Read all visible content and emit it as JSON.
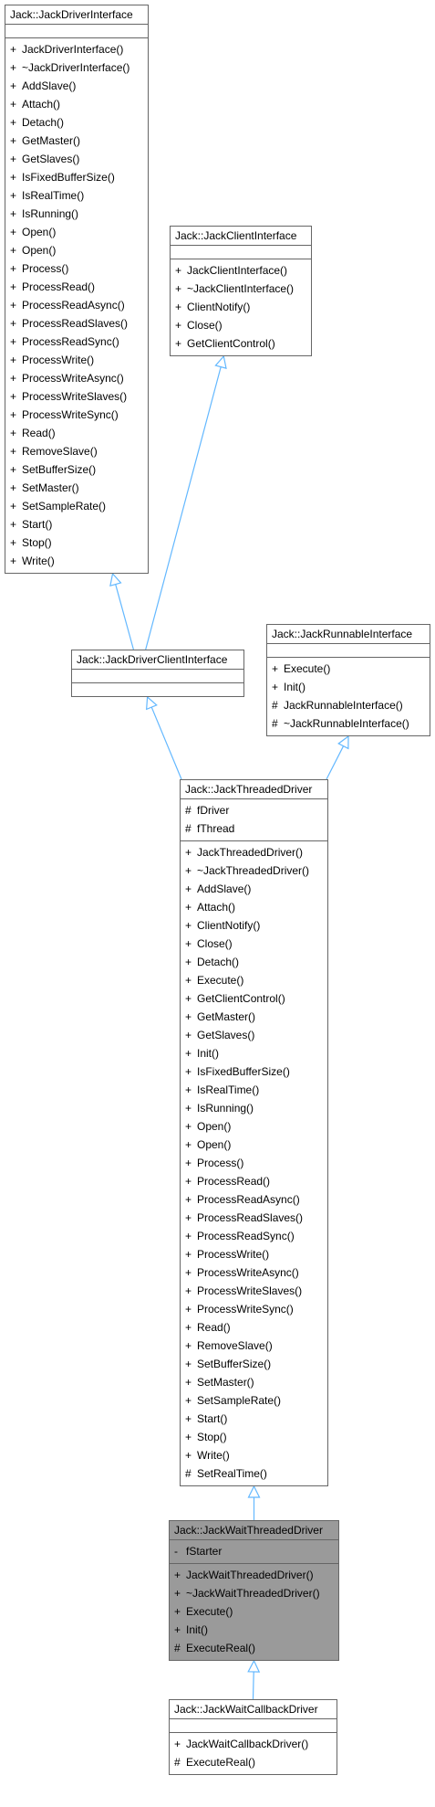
{
  "colors": {
    "edge": "#63b8ff",
    "border": "#666666",
    "highlight": "#9a9a9a"
  },
  "classes": [
    {
      "key": "driverInterface",
      "name": "Jack::JackDriverInterface",
      "attributes": [],
      "methods": [
        {
          "vis": "+",
          "name": "JackDriverInterface()"
        },
        {
          "vis": "+",
          "name": "~JackDriverInterface()"
        },
        {
          "vis": "+",
          "name": "AddSlave()"
        },
        {
          "vis": "+",
          "name": "Attach()"
        },
        {
          "vis": "+",
          "name": "Detach()"
        },
        {
          "vis": "+",
          "name": "GetMaster()"
        },
        {
          "vis": "+",
          "name": "GetSlaves()"
        },
        {
          "vis": "+",
          "name": "IsFixedBufferSize()"
        },
        {
          "vis": "+",
          "name": "IsRealTime()"
        },
        {
          "vis": "+",
          "name": "IsRunning()"
        },
        {
          "vis": "+",
          "name": "Open()"
        },
        {
          "vis": "+",
          "name": "Open()"
        },
        {
          "vis": "+",
          "name": "Process()"
        },
        {
          "vis": "+",
          "name": "ProcessRead()"
        },
        {
          "vis": "+",
          "name": "ProcessReadAsync()"
        },
        {
          "vis": "+",
          "name": "ProcessReadSlaves()"
        },
        {
          "vis": "+",
          "name": "ProcessReadSync()"
        },
        {
          "vis": "+",
          "name": "ProcessWrite()"
        },
        {
          "vis": "+",
          "name": "ProcessWriteAsync()"
        },
        {
          "vis": "+",
          "name": "ProcessWriteSlaves()"
        },
        {
          "vis": "+",
          "name": "ProcessWriteSync()"
        },
        {
          "vis": "+",
          "name": "Read()"
        },
        {
          "vis": "+",
          "name": "RemoveSlave()"
        },
        {
          "vis": "+",
          "name": "SetBufferSize()"
        },
        {
          "vis": "+",
          "name": "SetMaster()"
        },
        {
          "vis": "+",
          "name": "SetSampleRate()"
        },
        {
          "vis": "+",
          "name": "Start()"
        },
        {
          "vis": "+",
          "name": "Stop()"
        },
        {
          "vis": "+",
          "name": "Write()"
        }
      ]
    },
    {
      "key": "clientInterface",
      "name": "Jack::JackClientInterface",
      "attributes": [],
      "methods": [
        {
          "vis": "+",
          "name": "JackClientInterface()"
        },
        {
          "vis": "+",
          "name": "~JackClientInterface()"
        },
        {
          "vis": "+",
          "name": "ClientNotify()"
        },
        {
          "vis": "+",
          "name": "Close()"
        },
        {
          "vis": "+",
          "name": "GetClientControl()"
        }
      ]
    },
    {
      "key": "driverClientInterface",
      "name": "Jack::JackDriverClientInterface",
      "attributes": [],
      "methods": []
    },
    {
      "key": "runnableInterface",
      "name": "Jack::JackRunnableInterface",
      "attributes": [],
      "methods": [
        {
          "vis": "+",
          "name": "Execute()"
        },
        {
          "vis": "+",
          "name": "Init()"
        },
        {
          "vis": "#",
          "name": "JackRunnableInterface()"
        },
        {
          "vis": "#",
          "name": "~JackRunnableInterface()"
        }
      ]
    },
    {
      "key": "threadedDriver",
      "name": "Jack::JackThreadedDriver",
      "attributes": [
        {
          "vis": "#",
          "name": "fDriver"
        },
        {
          "vis": "#",
          "name": "fThread"
        }
      ],
      "methods": [
        {
          "vis": "+",
          "name": "JackThreadedDriver()"
        },
        {
          "vis": "+",
          "name": "~JackThreadedDriver()"
        },
        {
          "vis": "+",
          "name": "AddSlave()"
        },
        {
          "vis": "+",
          "name": "Attach()"
        },
        {
          "vis": "+",
          "name": "ClientNotify()"
        },
        {
          "vis": "+",
          "name": "Close()"
        },
        {
          "vis": "+",
          "name": "Detach()"
        },
        {
          "vis": "+",
          "name": "Execute()"
        },
        {
          "vis": "+",
          "name": "GetClientControl()"
        },
        {
          "vis": "+",
          "name": "GetMaster()"
        },
        {
          "vis": "+",
          "name": "GetSlaves()"
        },
        {
          "vis": "+",
          "name": "Init()"
        },
        {
          "vis": "+",
          "name": "IsFixedBufferSize()"
        },
        {
          "vis": "+",
          "name": "IsRealTime()"
        },
        {
          "vis": "+",
          "name": "IsRunning()"
        },
        {
          "vis": "+",
          "name": "Open()"
        },
        {
          "vis": "+",
          "name": "Open()"
        },
        {
          "vis": "+",
          "name": "Process()"
        },
        {
          "vis": "+",
          "name": "ProcessRead()"
        },
        {
          "vis": "+",
          "name": "ProcessReadAsync()"
        },
        {
          "vis": "+",
          "name": "ProcessReadSlaves()"
        },
        {
          "vis": "+",
          "name": "ProcessReadSync()"
        },
        {
          "vis": "+",
          "name": "ProcessWrite()"
        },
        {
          "vis": "+",
          "name": "ProcessWriteAsync()"
        },
        {
          "vis": "+",
          "name": "ProcessWriteSlaves()"
        },
        {
          "vis": "+",
          "name": "ProcessWriteSync()"
        },
        {
          "vis": "+",
          "name": "Read()"
        },
        {
          "vis": "+",
          "name": "RemoveSlave()"
        },
        {
          "vis": "+",
          "name": "SetBufferSize()"
        },
        {
          "vis": "+",
          "name": "SetMaster()"
        },
        {
          "vis": "+",
          "name": "SetSampleRate()"
        },
        {
          "vis": "+",
          "name": "Start()"
        },
        {
          "vis": "+",
          "name": "Stop()"
        },
        {
          "vis": "+",
          "name": "Write()"
        },
        {
          "vis": "#",
          "name": "SetRealTime()"
        }
      ]
    },
    {
      "key": "waitThreadedDriver",
      "name": "Jack::JackWaitThreadedDriver",
      "highlight": true,
      "attributes": [
        {
          "vis": "-",
          "name": "fStarter"
        }
      ],
      "methods": [
        {
          "vis": "+",
          "name": "JackWaitThreadedDriver()"
        },
        {
          "vis": "+",
          "name": "~JackWaitThreadedDriver()"
        },
        {
          "vis": "+",
          "name": "Execute()"
        },
        {
          "vis": "+",
          "name": "Init()"
        },
        {
          "vis": "#",
          "name": "ExecuteReal()"
        }
      ]
    },
    {
      "key": "waitCallbackDriver",
      "name": "Jack::JackWaitCallbackDriver",
      "attributes": [],
      "methods": [
        {
          "vis": "+",
          "name": "JackWaitCallbackDriver()"
        },
        {
          "vis": "#",
          "name": "ExecuteReal()"
        }
      ]
    }
  ],
  "edges": [
    {
      "from": "driverClientInterface",
      "to": "driverInterface"
    },
    {
      "from": "driverClientInterface",
      "to": "clientInterface"
    },
    {
      "from": "threadedDriver",
      "to": "driverClientInterface"
    },
    {
      "from": "threadedDriver",
      "to": "runnableInterface"
    },
    {
      "from": "waitThreadedDriver",
      "to": "threadedDriver"
    },
    {
      "from": "waitCallbackDriver",
      "to": "waitThreadedDriver"
    }
  ]
}
